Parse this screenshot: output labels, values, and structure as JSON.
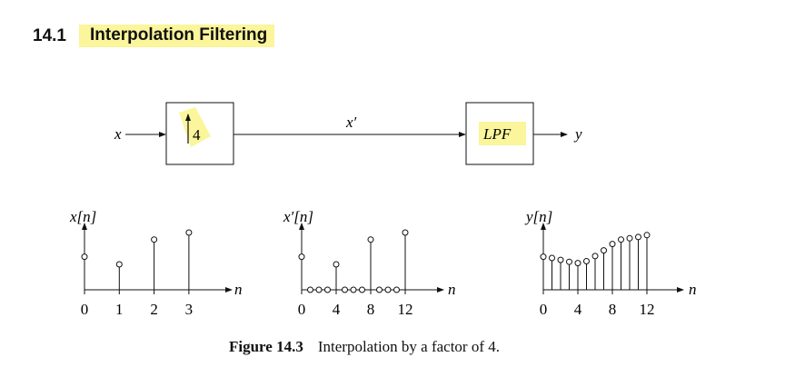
{
  "section": {
    "number": "14.1",
    "title": "Interpolation Filtering"
  },
  "block_diagram": {
    "input_label": "x",
    "upsampler_label": "4",
    "intermediate_label": "x′",
    "filter_label": "LPF",
    "output_label": "y",
    "highlight_color": "#fbf59b"
  },
  "plots": [
    {
      "ylabel": "x[n]",
      "xlabel": "n",
      "ticks": [
        "0",
        "1",
        "2",
        "3"
      ],
      "samples": [
        {
          "n": 0,
          "value": 0.52
        },
        {
          "n": 1,
          "value": 0.4
        },
        {
          "n": 2,
          "value": 0.79
        },
        {
          "n": 3,
          "value": 0.9
        }
      ]
    },
    {
      "ylabel": "x′[n]",
      "xlabel": "n",
      "ticks": [
        "0",
        "4",
        "8",
        "12"
      ],
      "samples": [
        {
          "n": 0,
          "value": 0.52
        },
        {
          "n": 1,
          "value": 0
        },
        {
          "n": 2,
          "value": 0
        },
        {
          "n": 3,
          "value": 0
        },
        {
          "n": 4,
          "value": 0.4
        },
        {
          "n": 5,
          "value": 0
        },
        {
          "n": 6,
          "value": 0
        },
        {
          "n": 7,
          "value": 0
        },
        {
          "n": 8,
          "value": 0.79
        },
        {
          "n": 9,
          "value": 0
        },
        {
          "n": 10,
          "value": 0
        },
        {
          "n": 11,
          "value": 0
        },
        {
          "n": 12,
          "value": 0.9
        }
      ]
    },
    {
      "ylabel": "y[n]",
      "xlabel": "n",
      "ticks": [
        "0",
        "4",
        "8",
        "12"
      ],
      "samples": [
        {
          "n": 0,
          "value": 0.52
        },
        {
          "n": 1,
          "value": 0.5
        },
        {
          "n": 2,
          "value": 0.47
        },
        {
          "n": 3,
          "value": 0.44
        },
        {
          "n": 4,
          "value": 0.42
        },
        {
          "n": 5,
          "value": 0.45
        },
        {
          "n": 6,
          "value": 0.53
        },
        {
          "n": 7,
          "value": 0.62
        },
        {
          "n": 8,
          "value": 0.72
        },
        {
          "n": 9,
          "value": 0.79
        },
        {
          "n": 10,
          "value": 0.81
        },
        {
          "n": 11,
          "value": 0.83
        },
        {
          "n": 12,
          "value": 0.86
        }
      ]
    }
  ],
  "caption": {
    "label": "Figure 14.3",
    "text": "Interpolation by a factor of 4."
  }
}
